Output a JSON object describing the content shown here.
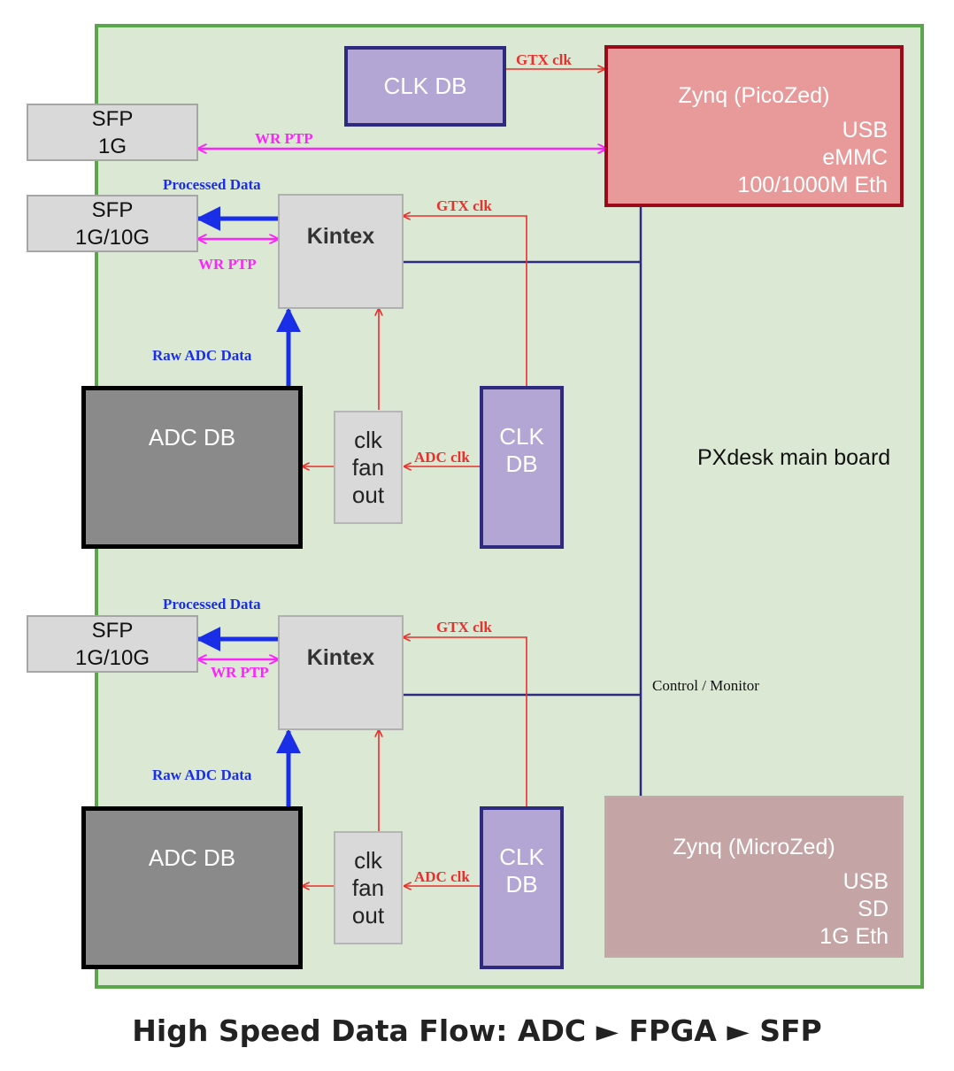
{
  "board": {
    "label": "PXdesk main board"
  },
  "blocks": {
    "clk_db_top": "CLK DB",
    "zynq_pico": {
      "title": "Zynq (PicoZed)",
      "lines": [
        "USB",
        "eMMC",
        "100/1000M Eth"
      ]
    },
    "zynq_micro": {
      "title": "Zynq (MicroZed)",
      "lines": [
        "USB",
        "SD",
        "1G Eth"
      ]
    },
    "sfp_1g": [
      "SFP",
      "1G"
    ],
    "sfp_10g": [
      "SFP",
      "1G/10G"
    ],
    "kintex": "Kintex",
    "adc_db": "ADC DB",
    "clk_fan_out": [
      "clk",
      "fan",
      "out"
    ],
    "clk_db_side": [
      "CLK",
      "DB"
    ]
  },
  "labels": {
    "gtx_clk": "GTX clk",
    "wr_ptp": "WR PTP",
    "processed_data": "Processed Data",
    "raw_adc_data": "Raw ADC Data",
    "adc_clk": "ADC clk",
    "control_monitor": "Control / Monitor"
  },
  "caption": "High Speed Data Flow: ADC ► FPGA ► SFP",
  "colors": {
    "board_fill": "#dbe9d4",
    "board_border": "#5aa64a",
    "clock_lines": "#e8302c",
    "wr_ptp_lines": "#ff22ff",
    "data_lines": "#1a2ee8",
    "control_bus": "#2e2a80"
  }
}
